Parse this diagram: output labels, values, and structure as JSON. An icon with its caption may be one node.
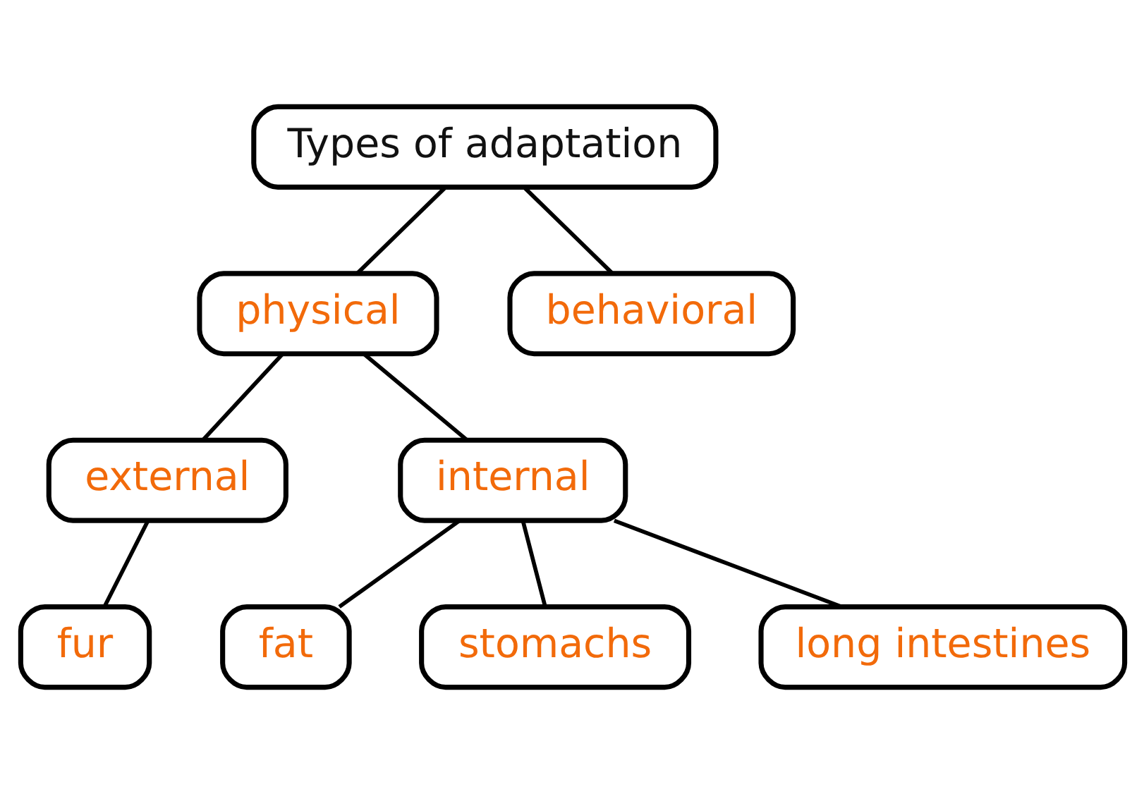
{
  "diagram": {
    "nodes": [
      {
        "text": [
          "Types of adaptation"
        ]
      },
      {
        "text": [
          "physical"
        ]
      },
      {
        "text": [
          "behavioral"
        ]
      },
      {
        "text": [
          "external"
        ]
      },
      {
        "text": [
          "internal"
        ]
      },
      {
        "text": [
          "fur"
        ]
      },
      {
        "text": [
          "fat"
        ]
      },
      {
        "text": [
          "stomachs"
        ]
      },
      {
        "text": [
          "long intestines"
        ]
      }
    ],
    "edges": [
      {
        "from": 0,
        "to": 1,
        "arrow": "none"
      },
      {
        "from": 0,
        "to": 2,
        "arrow": "none"
      },
      {
        "from": 1,
        "to": 3,
        "arrow": "none"
      },
      {
        "from": 1,
        "to": 4,
        "arrow": "none"
      },
      {
        "from": 3,
        "to": 5,
        "arrow": "none"
      },
      {
        "from": 4,
        "to": 6,
        "arrow": "none"
      },
      {
        "from": 4,
        "to": 7,
        "arrow": "none"
      },
      {
        "from": 4,
        "to": 8,
        "arrow": "none"
      }
    ]
  }
}
